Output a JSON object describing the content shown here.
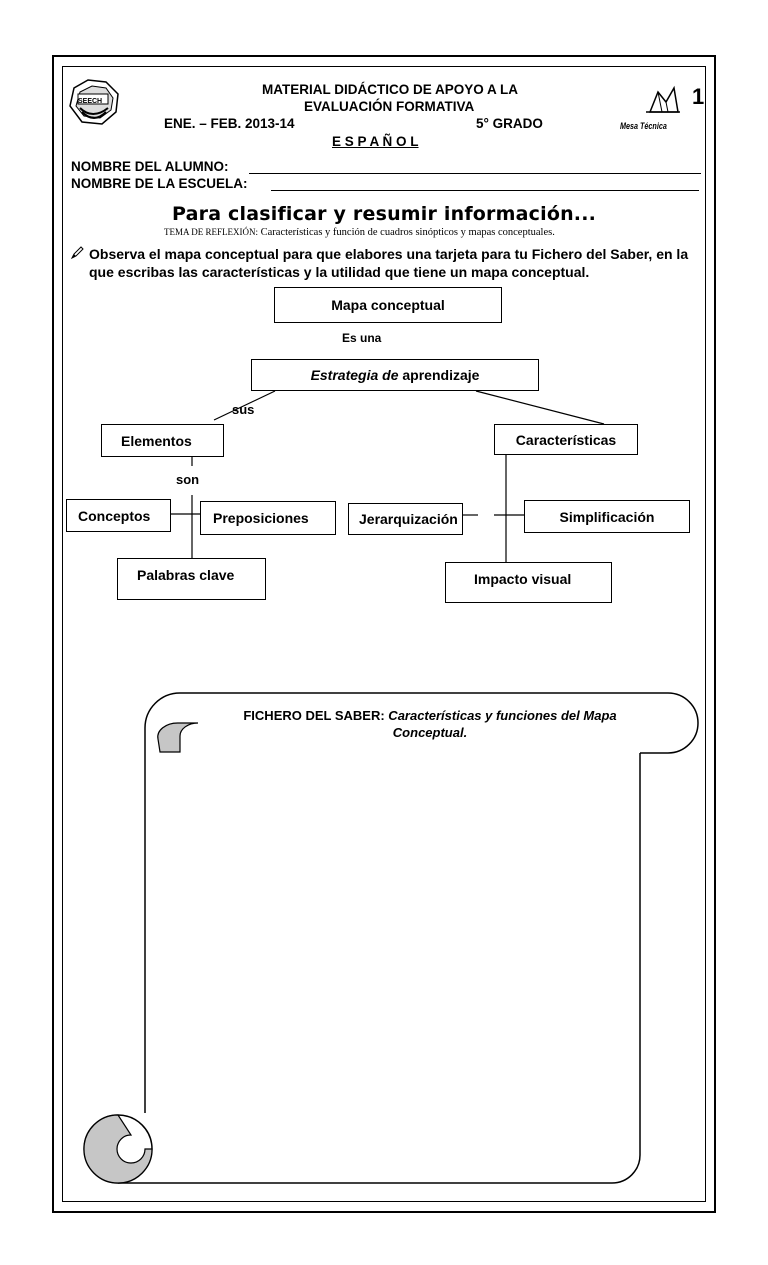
{
  "header": {
    "line1": "MATERIAL DIDÁCTICO DE APOYO A LA",
    "line2": "EVALUACIÓN FORMATIVA",
    "period": "ENE. – FEB.   2013-14",
    "grade": "5° GRADO",
    "subject": "E S P A Ñ O L",
    "page_number": "1",
    "logo_left": "SEECH",
    "logo_right": "Mesa Técnica"
  },
  "student": {
    "alumno_label": "NOMBRE DEL ALUMNO:",
    "escuela_label": "NOMBRE DE LA ESCUELA:"
  },
  "title": "Para clasificar y resumir información...",
  "tema": {
    "label": "Tema de reflexión:",
    "text": " Características y función de cuadros sinópticos y mapas conceptuales."
  },
  "instruction": "Observa el  mapa conceptual  para que elabores una tarjeta para tu Fichero del Saber, en la que escribas  las características y la utilidad que tiene un mapa conceptual.",
  "concept_map": {
    "root": "Mapa conceptual",
    "link_es_una": "Es una",
    "strategy_italic": "Estrategia de",
    "strategy_normal": " aprendizaje",
    "link_sus": "sus",
    "elementos": "Elementos",
    "caracteristicas": "Características",
    "link_son": "son",
    "conceptos": "Conceptos",
    "preposiciones": "Preposiciones",
    "palabras_clave": "Palabras clave",
    "jerarquizacion": "Jerarquización",
    "simplificacion": "Simplificación",
    "impacto_visual": "Impacto visual"
  },
  "fichero": {
    "label": "FICHERO DEL SABER:",
    "text": " Características y funciones del Mapa Conceptual."
  }
}
